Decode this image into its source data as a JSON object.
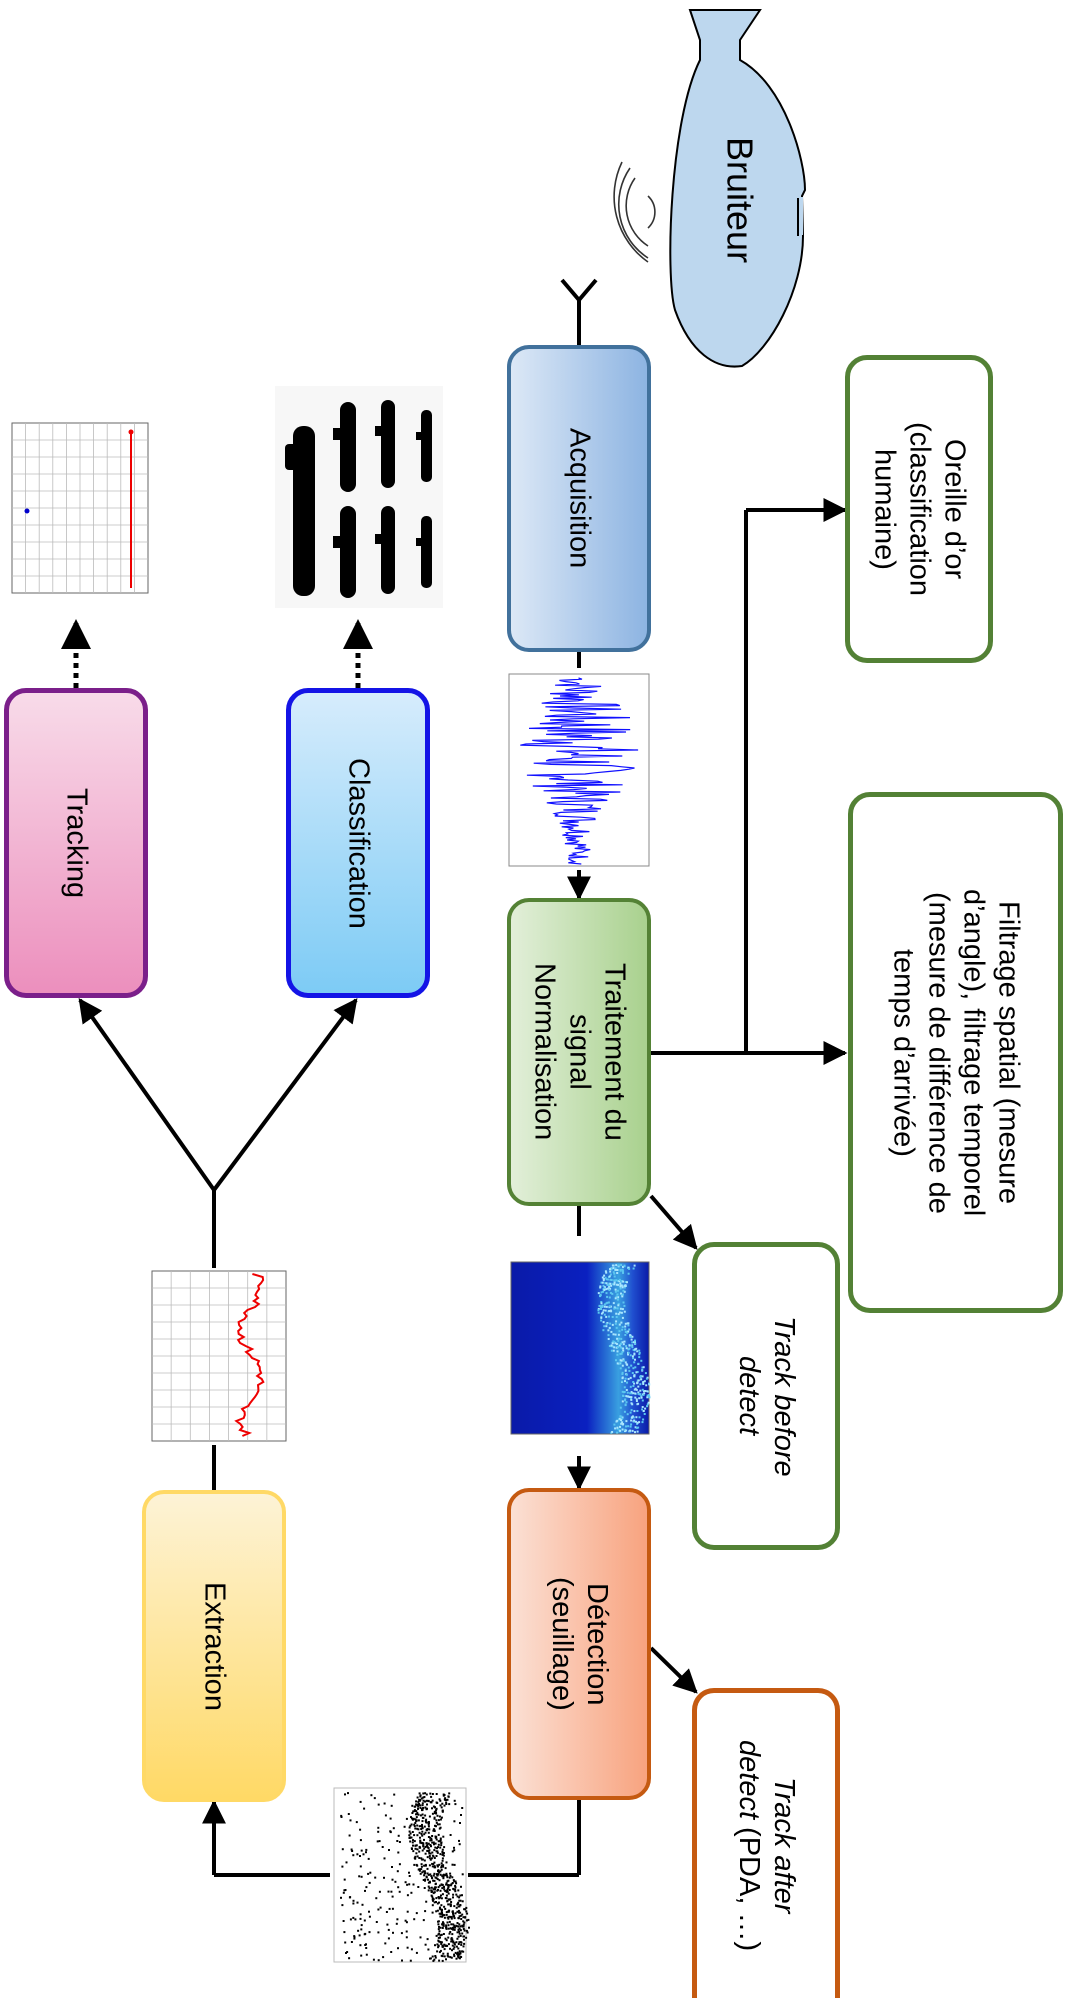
{
  "noise_source": {
    "label": "Bruiteur"
  },
  "boxes": {
    "acquisition": "Acquisition",
    "traitement": "Traitement du\nsignal\nNormalisation",
    "detection": "Détection\n(seuillage)",
    "extraction": "Extraction",
    "classification": "Classification",
    "tracking": "Tracking",
    "oreille": "Oreille d’or\n(classification\nhumaine)",
    "filtrage": "Filtrage spatial (mesure\nd’angle), filtrage temporel\n(mesure de différence de\ntemps d’arrivée)",
    "tbd_italic": "Track before\ndetect",
    "tad_italic": "Track after\ndetect",
    "tad_rest": " (PDA, …)"
  },
  "colors": {
    "acquisition": "#5b84b1",
    "traitement": "#5a8f3c",
    "detection": "#c55a1f",
    "extraction": "#ffd966",
    "classification": "#1a1aee",
    "tracking": "#7b1f8a",
    "green_outline": "#538135",
    "orange_outline": "#c55a11",
    "arrow": "#000000"
  },
  "icons": {
    "sound_waves": "sound-waves-icon",
    "antenna": "antenna-icon",
    "submarines": "submarine-silhouettes"
  }
}
